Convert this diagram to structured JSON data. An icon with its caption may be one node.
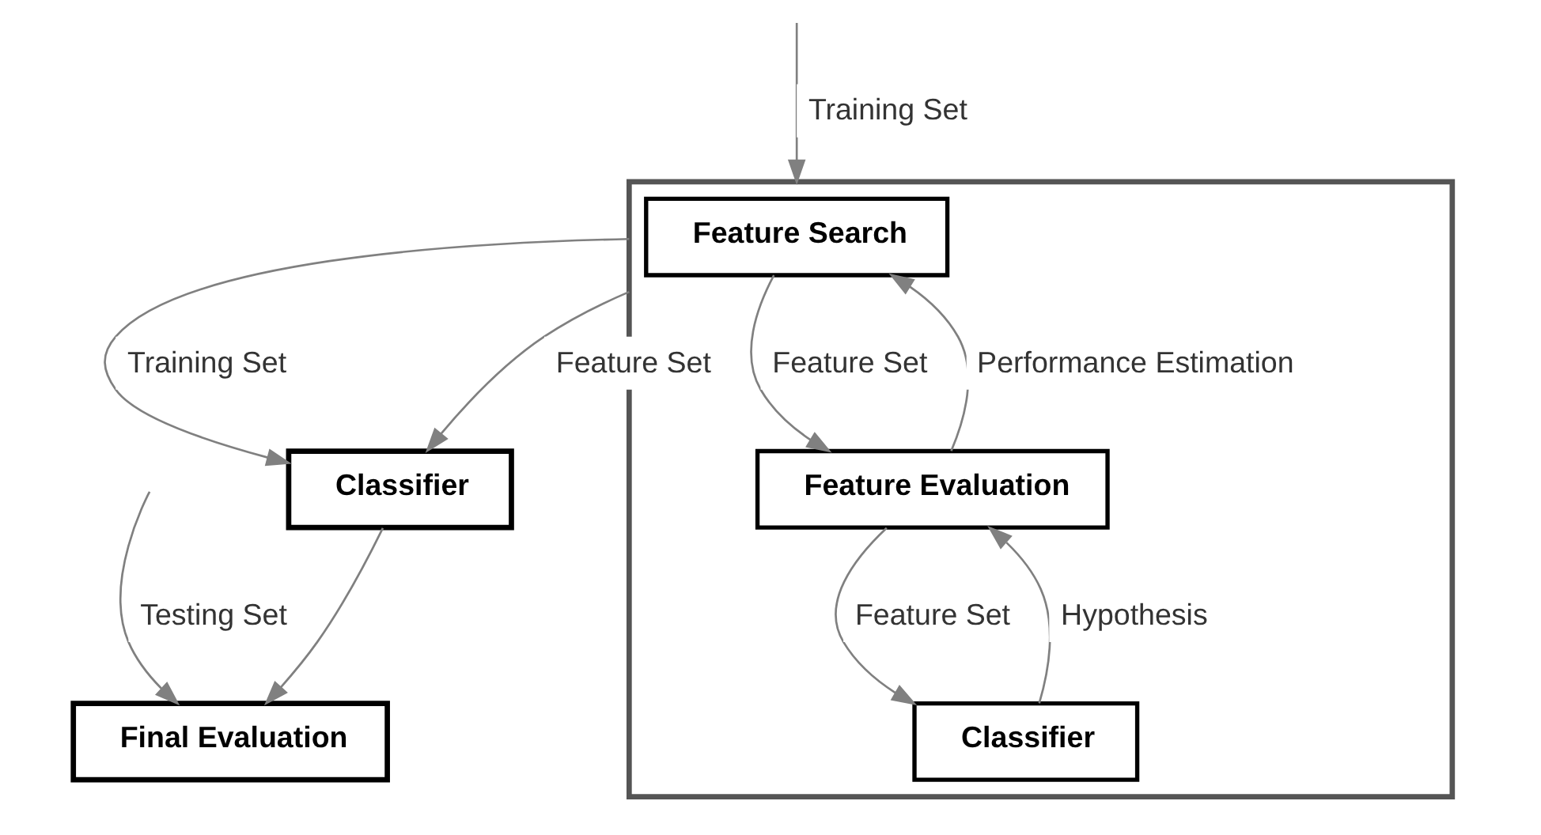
{
  "diagram": {
    "nodes": [
      {
        "text": [],
        "shape": "box"
      },
      {
        "text": [
          "Feature Search"
        ],
        "in": 0
      },
      {
        "text": [
          "Feature Evaluation"
        ],
        "in": 0
      },
      {
        "text": [
          "Classifier"
        ],
        "in": 0
      },
      {
        "text": [
          "Classifier"
        ]
      },
      {
        "text": [
          "Final Evaluation"
        ]
      }
    ],
    "edges": [
      {
        "from": null,
        "to": 0,
        "arrow": "to",
        "label": "Training Set"
      },
      {
        "from": 1,
        "to": 2,
        "arrow": "to",
        "label": "Feature Set"
      },
      {
        "from": 2,
        "to": 1,
        "arrow": "to",
        "label": "Performance Estimation"
      },
      {
        "from": 2,
        "to": 3,
        "arrow": "to",
        "label": "Feature Set"
      },
      {
        "from": 3,
        "to": 2,
        "arrow": "to",
        "label": "Hypothesis"
      },
      {
        "from": 0,
        "to": 4,
        "arrow": "to",
        "label": "Training Set"
      },
      {
        "from": 0,
        "to": 4,
        "arrow": "to",
        "label": "Feature Set"
      },
      {
        "from": 4,
        "to": 5,
        "arrow": "to"
      },
      {
        "from": null,
        "to": 5,
        "arrow": "to",
        "label": "Testing Set"
      }
    ]
  }
}
